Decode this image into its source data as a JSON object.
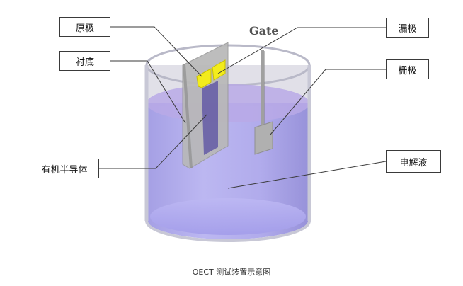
{
  "labels": {
    "source": "原极",
    "substrate": "衬底",
    "organic_semiconductor": "有机半导体",
    "drain": "漏极",
    "gate_electrode": "栅极",
    "electrolyte": "电解液",
    "gate": "Gate"
  },
  "caption": "OECT 测试装置示意图",
  "colors": {
    "electrolyte_fill": "#a9a3ea",
    "container_wall": "#c4c4d4",
    "substrate": "#b8b8b8",
    "semiconductor": "#6b63a8",
    "electrode_gold": "#f2ec1c",
    "gate_plate": "#b0b0b0",
    "leader_line": "#3a3a3a"
  }
}
